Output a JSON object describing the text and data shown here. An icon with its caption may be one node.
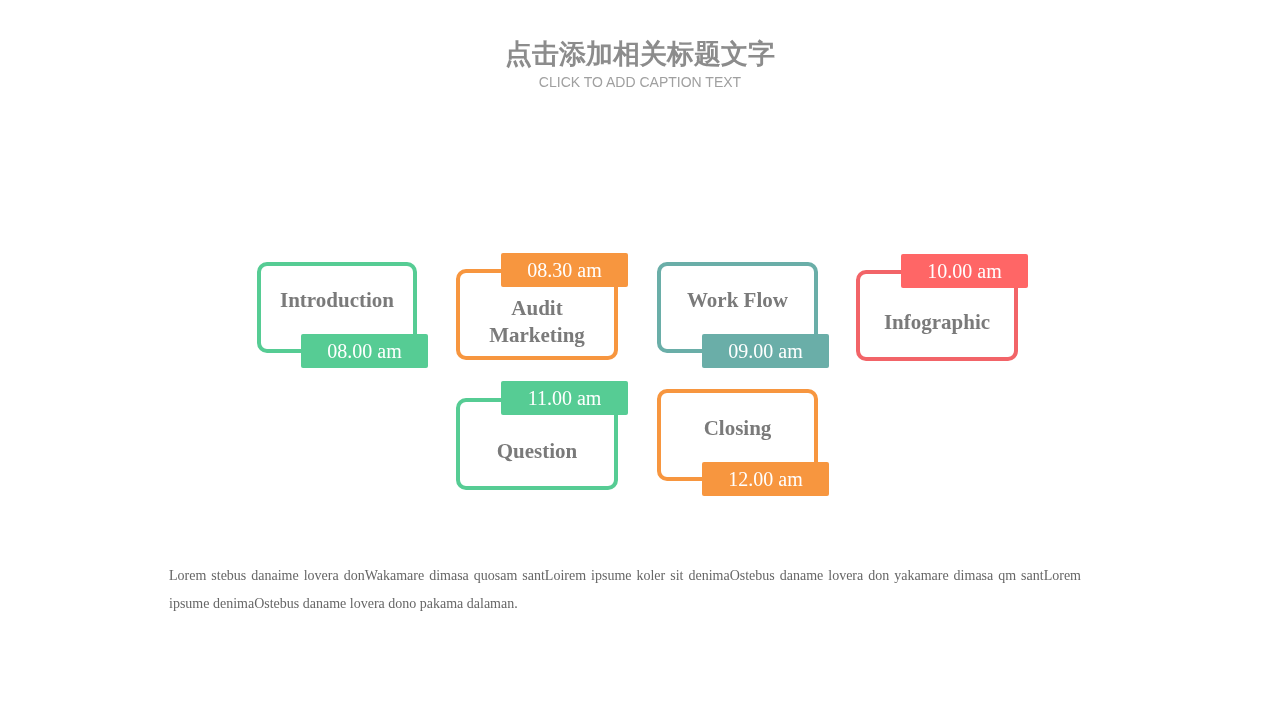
{
  "diagram": {
    "title": "点击添加相关标题文字",
    "nodes": [
      {
        "text": [
          "Introduction",
          "08.00 am"
        ]
      },
      {
        "text": [
          "08.30 am",
          "Audit Marketing"
        ]
      },
      {
        "text": [
          "Work Flow",
          "09.00 am"
        ]
      },
      {
        "text": [
          "10.00 am",
          "Infographic"
        ]
      },
      {
        "text": [
          "11.00 am",
          "Question"
        ]
      },
      {
        "text": [
          "Closing",
          "12.00 am"
        ]
      }
    ],
    "labels": [
      "CLICK TO ADD CAPTION TEXT",
      "Lorem stebus danaime lovera donWakamare dimasa quosam santLoirem ipsume koler sit denimaOstebus daname lovera don yakamare dimasa qm santLorem ipsume denimaOstebus daname lovera dono pakama dalaman."
    ]
  }
}
